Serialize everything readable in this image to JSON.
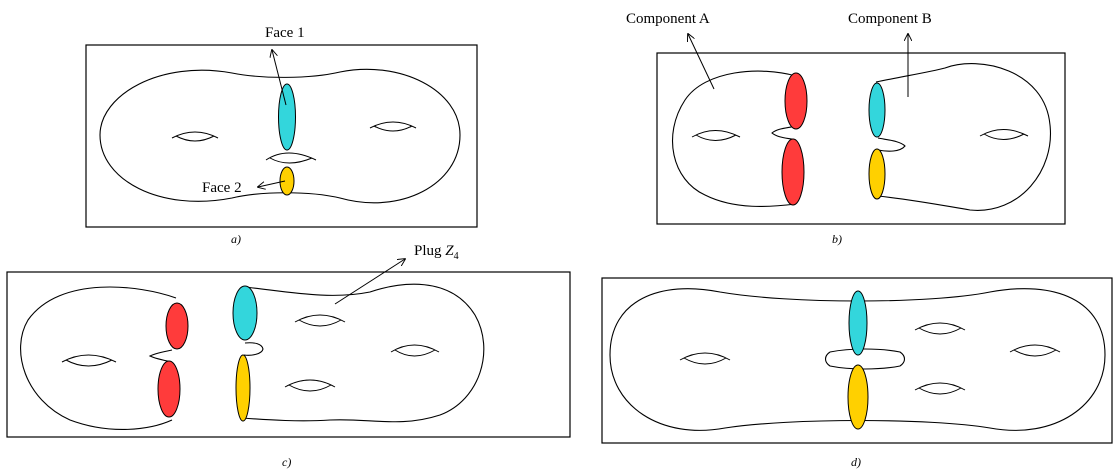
{
  "panels": {
    "a": {
      "caption": "a)",
      "face1_label": "Face 1",
      "face2_label": "Face 2"
    },
    "b": {
      "caption": "b)",
      "component_a_label": "Component A",
      "component_b_label": "Component B"
    },
    "c": {
      "caption": "c)",
      "plug_label": "Plug Z4"
    },
    "d": {
      "caption": "d)"
    }
  },
  "colors": {
    "cyan": "#33d6dc",
    "red": "#ff3b3b",
    "yellow": "#ffd000"
  }
}
